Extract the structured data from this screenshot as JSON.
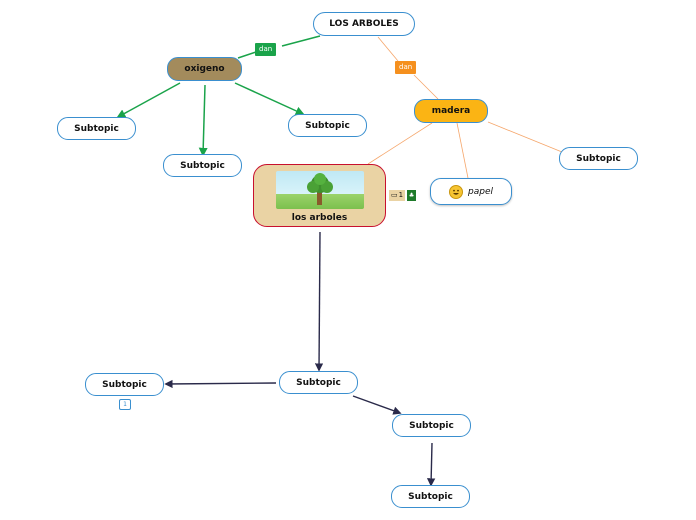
{
  "nodes": {
    "root": "LOS ARBOLES",
    "oxigeno": "oxigeno",
    "madera": "madera",
    "central": "los arboles",
    "papel": "papel",
    "subtopic": "Subtopic"
  },
  "tags": {
    "dan_left": "dan",
    "dan_right": "dan"
  },
  "badges": {
    "note_count": "1",
    "sub_count": "1"
  },
  "icons": {
    "note": "note-icon",
    "leaf": "leaf-icon",
    "face": "smiley-face-icon",
    "tree": "tree-image"
  },
  "colors": {
    "node_border": "#3a8fcf",
    "oxigeno_fill": "#a38b5c",
    "madera_fill": "#fbb414",
    "central_fill": "#ead3a4",
    "central_border": "#c8102e",
    "green_edge": "#1aa34a",
    "orange_edge": "#f5a66b",
    "dark_edge": "#2a2a4a"
  }
}
